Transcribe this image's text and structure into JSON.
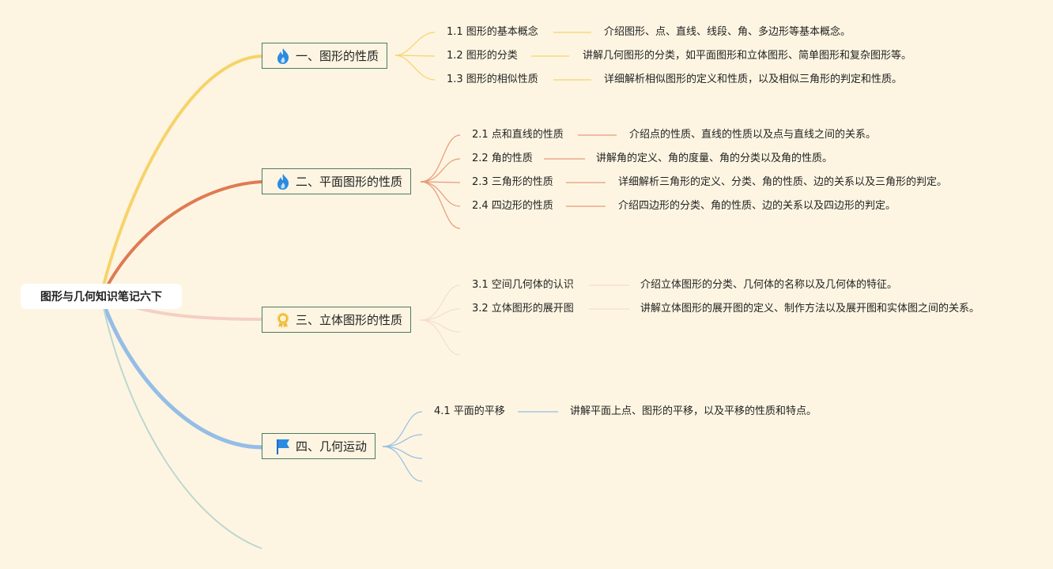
{
  "root": {
    "title": "图形与几何知识笔记六下"
  },
  "colors": {
    "background": "#fdf5e2",
    "b1": "#f6d36a",
    "b2": "#e07a52",
    "b3": "#f5cfc3",
    "b4": "#95bde6",
    "b5": "#bcd8d0"
  },
  "branches": [
    {
      "title": "一、图形的性质",
      "icon": "fire-icon",
      "items": [
        {
          "label": "1.1 图形的基本概念",
          "desc": "介绍图形、点、直线、线段、角、多边形等基本概念。"
        },
        {
          "label": "1.2 图形的分类",
          "desc": "讲解几何图形的分类，如平面图形和立体图形、简单图形和复杂图形等。"
        },
        {
          "label": "1.3 图形的相似性质",
          "desc": "详细解析相似图形的定义和性质，以及相似三角形的判定和性质。"
        }
      ]
    },
    {
      "title": "二、平面图形的性质",
      "icon": "fire-icon",
      "items": [
        {
          "label": "2.1 点和直线的性质",
          "desc": "介绍点的性质、直线的性质以及点与直线之间的关系。"
        },
        {
          "label": "2.2 角的性质",
          "desc": "讲解角的定义、角的度量、角的分类以及角的性质。"
        },
        {
          "label": "2.3 三角形的性质",
          "desc": "详细解析三角形的定义、分类、角的性质、边的关系以及三角形的判定。"
        },
        {
          "label": "2.4 四边形的性质",
          "desc": "介绍四边形的分类、角的性质、边的关系以及四边形的判定。"
        }
      ]
    },
    {
      "title": "三、立体图形的性质",
      "icon": "medal-icon",
      "items": [
        {
          "label": "3.1 空间几何体的认识",
          "desc": "介绍立体图形的分类、几何体的名称以及几何体的特征。"
        },
        {
          "label": "3.2 立体图形的展开图",
          "desc": "讲解立体图形的展开图的定义、制作方法以及展开图和实体图之间的关系。"
        }
      ]
    },
    {
      "title": "四、几何运动",
      "icon": "flag-icon",
      "items": [
        {
          "label": "4.1 平面的平移",
          "desc": "讲解平面上点、图形的平移，以及平移的性质和特点。"
        }
      ]
    }
  ]
}
